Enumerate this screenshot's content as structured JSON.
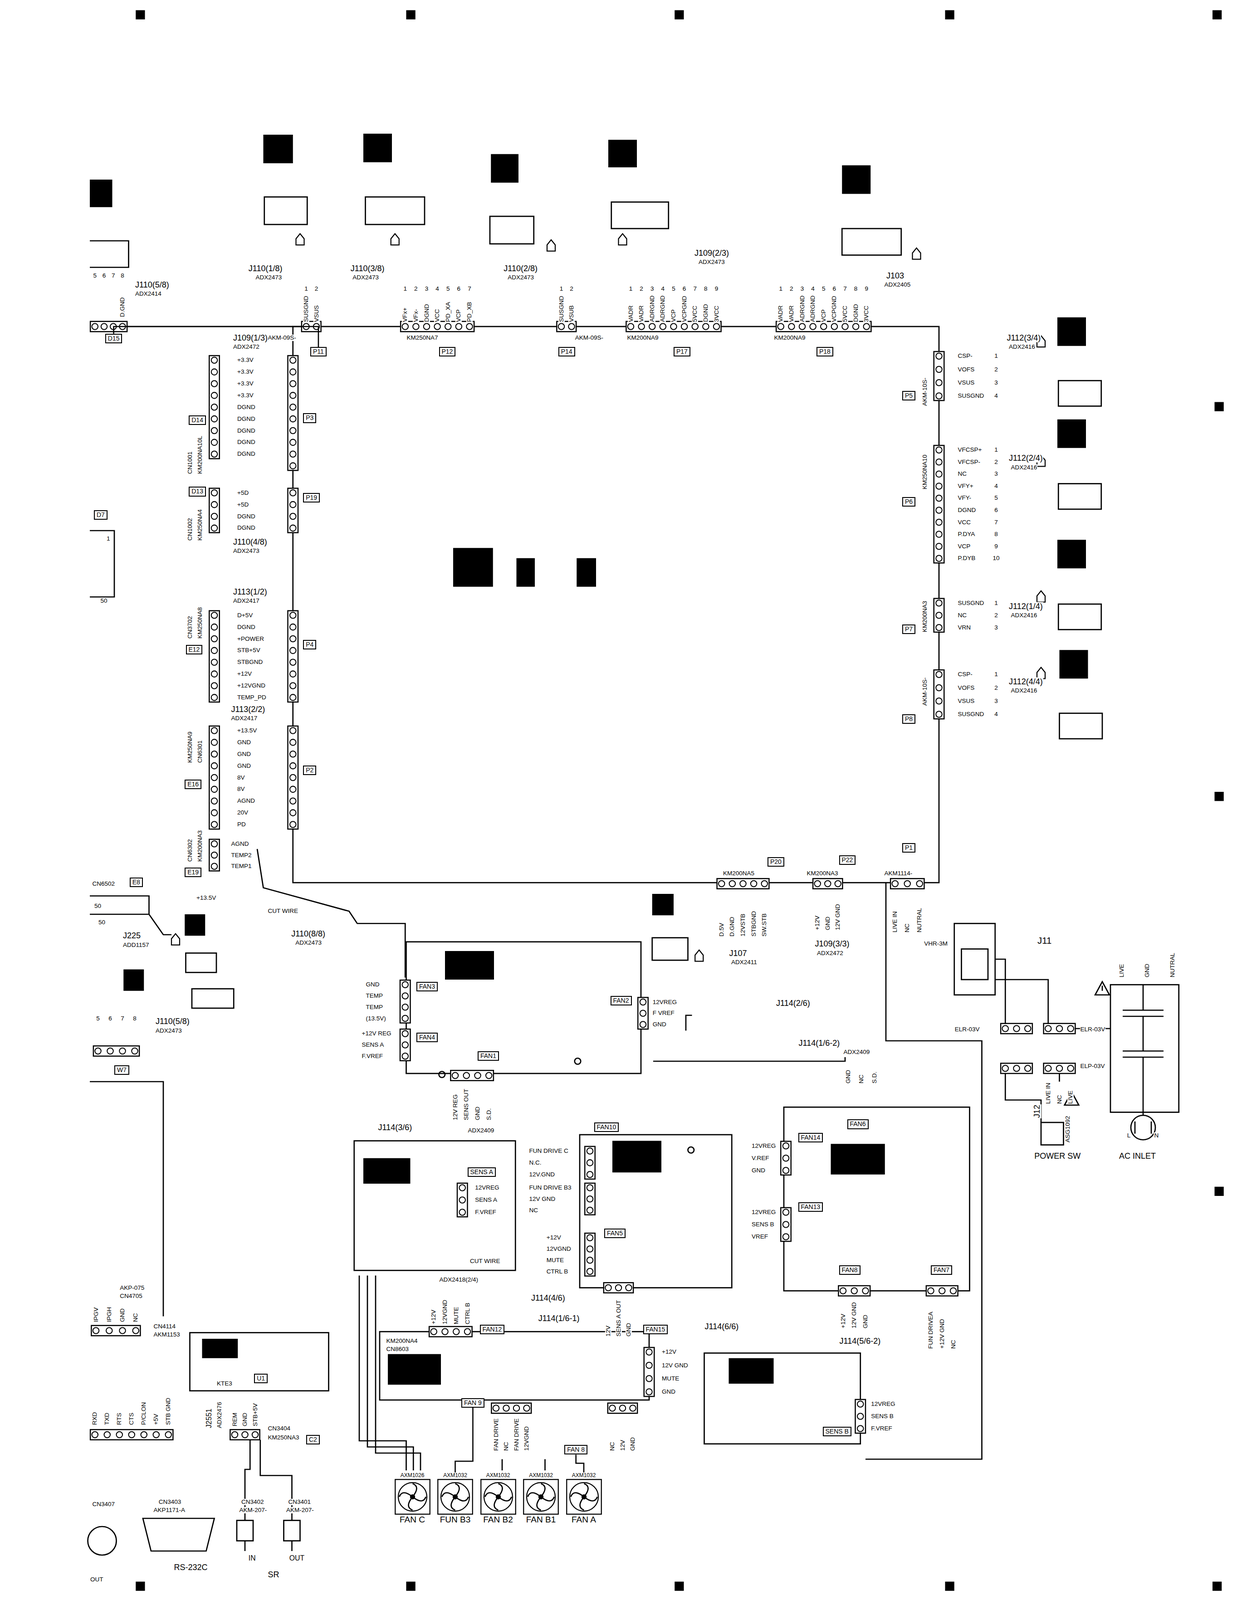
{
  "diagram": {
    "nodes": [
      {
        "text": [
          "D15"
        ]
      },
      {
        "text": [
          "P11"
        ]
      },
      {
        "text": [
          "P12"
        ]
      },
      {
        "text": [
          "P14"
        ]
      },
      {
        "text": [
          "P17"
        ]
      },
      {
        "text": [
          "P18"
        ]
      },
      {
        "text": [
          "D14"
        ]
      },
      {
        "text": [
          "P3"
        ]
      },
      {
        "text": [
          "D13"
        ]
      },
      {
        "text": [
          "P19"
        ]
      },
      {
        "text": [
          "D7"
        ]
      },
      {
        "text": [
          "E12"
        ]
      },
      {
        "text": [
          "P4"
        ]
      },
      {
        "text": [
          "E16"
        ]
      },
      {
        "text": [
          "P2"
        ]
      },
      {
        "text": [
          "E19"
        ]
      },
      {
        "text": [
          "P5"
        ]
      },
      {
        "text": [
          "P6"
        ]
      },
      {
        "text": [
          "P7"
        ]
      },
      {
        "text": [
          "P8"
        ]
      },
      {
        "text": [
          "P20"
        ]
      },
      {
        "text": [
          "P22"
        ]
      },
      {
        "text": [
          "P1"
        ]
      },
      {
        "text": [
          "E8"
        ]
      },
      {
        "text": [
          "W7"
        ]
      },
      {
        "text": [
          "U1"
        ]
      },
      {
        "text": [
          "C2"
        ]
      },
      {
        "text": [
          "FAN3"
        ]
      },
      {
        "text": [
          "FAN4"
        ]
      },
      {
        "text": [
          "FAN2"
        ]
      },
      {
        "text": [
          "FAN1"
        ]
      },
      {
        "text": [
          "SENS A"
        ]
      },
      {
        "text": [
          "FAN10"
        ]
      },
      {
        "text": [
          "FAN5"
        ]
      },
      {
        "text": [
          "FAN12"
        ]
      },
      {
        "text": [
          "FAN6"
        ]
      },
      {
        "text": [
          "FAN14"
        ]
      },
      {
        "text": [
          "FAN13"
        ]
      },
      {
        "text": [
          "FAN8"
        ]
      },
      {
        "text": [
          "FAN7"
        ]
      },
      {
        "text": [
          "FAN15"
        ]
      },
      {
        "text": [
          "FAN 9"
        ]
      },
      {
        "text": [
          "FAN 8"
        ]
      },
      {
        "text": [
          "SENS B"
        ]
      },
      {
        "text": [
          "AXM1026",
          "FAN C"
        ]
      },
      {
        "text": [
          "AXM1032",
          "FUN B3"
        ]
      },
      {
        "text": [
          "AXM1032",
          "FAN B2"
        ]
      },
      {
        "text": [
          "AXM1032",
          "FAN B1"
        ]
      },
      {
        "text": [
          "AXM1032",
          "FAN A"
        ]
      }
    ],
    "edges": [
      {
        "from": 0,
        "to": 1,
        "arrow": "none"
      },
      {
        "from": 41,
        "to": 45,
        "arrow": "none"
      },
      {
        "from": 42,
        "to": 48,
        "arrow": "none"
      }
    ],
    "labels": [
      "J110(1/8)",
      "ADX2473",
      "1",
      "2",
      "SUSGND",
      "VSUS",
      "AKM-09S-",
      "J110(3/8)",
      "ADX2473",
      "1",
      "2",
      "3",
      "4",
      "5",
      "6",
      "7",
      "VFx+",
      "VFx-",
      "DGND",
      "VCC",
      "PD_XA",
      "VCP",
      "PD_XB",
      "KM250NA7",
      "J110(2/8)",
      "ADX2473",
      "1",
      "2",
      "SUSGND",
      "VSUB",
      "AKM-09S-",
      "J109(2/3)",
      "ADX2473",
      "1",
      "2",
      "3",
      "4",
      "5",
      "6",
      "7",
      "8",
      "9",
      "VADR",
      "VADR",
      "ADRGND",
      "ADRGND",
      "VCP",
      "VCPGND",
      "5VCC",
      "DGND",
      "3VCC",
      "KM200NA9",
      "J103",
      "ADX2405",
      "1",
      "2",
      "3",
      "4",
      "5",
      "6",
      "7",
      "8",
      "9",
      "VADR",
      "VADR",
      "ADRGND",
      "ADRGND",
      "VCP",
      "VCPGND",
      "5VCC",
      "DGND",
      "3VCC",
      "KM200NA9",
      "CSP-",
      "VOFS",
      "VSUS",
      "SUSGND",
      "1",
      "2",
      "3",
      "4",
      "J112(3/4)",
      "ADX2416",
      "AKM-10S-",
      "VFCSP+",
      "VFCSP-",
      "NC",
      "VFY+",
      "VFY-",
      "DGND",
      "VCC",
      "P.DYA",
      "VCP",
      "P.DYB",
      "1",
      "2",
      "3",
      "4",
      "5",
      "6",
      "7",
      "8",
      "9",
      "10",
      "J112(2/4)",
      "ADX2416",
      "KM250NA10",
      "SUSGND",
      "NC",
      "VRN",
      "1",
      "2",
      "3",
      "J112(1/4)",
      "ADX2416",
      "KM200NA3",
      "CSP-",
      "VOFS",
      "VSUS",
      "SUSGND",
      "1",
      "2",
      "3",
      "4",
      "J112(4/4)",
      "ADX2416",
      "AKM-10S-",
      "J110(5/8)",
      "ADX2414",
      "5",
      "6",
      "7",
      "8",
      "D.GND",
      "J109(1/3)",
      "ADX2472",
      "+3.3V",
      "+3.3V",
      "+3.3V",
      "+3.3V",
      "DGND",
      "DGND",
      "DGND",
      "DGND",
      "DGND",
      "CN1001",
      "KM200NA10L",
      "+5D",
      "+5D",
      "DGND",
      "DGND",
      "CN1002",
      "KM250NA4",
      "J110(4/8)",
      "ADX2473",
      "J113(1/2)",
      "ADX2417",
      "D+5V",
      "DGND",
      "+POWER",
      "STB+5V",
      "STBGND",
      "+12V",
      "+12VGND",
      "TEMP_PD",
      "CN3702",
      "KM250NA8",
      "J113(2/2)",
      "ADX2417",
      "+13.5V",
      "GND",
      "GND",
      "GND",
      "8V",
      "8V",
      "AGND",
      "20V",
      "PD",
      "KM250NA9",
      "CN6301",
      "AGND",
      "TEMP2",
      "TEMP1",
      "CN6302",
      "KM200NA3",
      "+13.5V",
      "CUT WIRE",
      "J110(8/8)",
      "ADX2473",
      "1",
      "50",
      "CN6502",
      "50",
      "50",
      "J225",
      "ADD1157",
      "KM200NA5",
      "D.5V",
      "D.GND",
      "12VSTB",
      "STBGND",
      "SW.STB",
      "J107",
      "ADX2411",
      "KM200NA3",
      "+12V",
      "GND",
      "12V GND",
      "J109(3/3)",
      "ADX2472",
      "AKM1114-",
      "LIVE IN",
      "NC",
      "NUTRAL",
      "VHR-3M",
      "J11",
      "ELR-03V",
      "ELR-03V",
      "ELP-03V",
      "LIVE IN",
      "NC",
      "LIVE",
      "J12",
      "ASG1092",
      "POWER SW",
      "AC INLET",
      "LIVE",
      "GND",
      "NUTRAL",
      "L",
      "N",
      "J114(2/6)",
      "J114(1/6-2)",
      "ADX2409",
      "GND",
      "NC",
      "S.D.",
      "GND",
      "TEMP",
      "TEMP",
      "(13.5V)",
      "+12V REG",
      "SENS A",
      "F.VREF",
      "12VREG",
      "F VREF",
      "GND",
      "12V REG",
      "SENS OUT",
      "GND",
      "S.D.",
      "ADX2409",
      "J114(3/6)",
      "12VREG",
      "SENS A",
      "F.VREF",
      "CUT WIRE",
      "FUN DRIVE C",
      "N.C.",
      "12V.GND",
      "FUN DRIVE B3",
      "12V GND",
      "NC",
      "+12V",
      "12VGND",
      "MUTE",
      "CTRL B",
      "J114(4/6)",
      "12V",
      "SENS A OUT",
      "GND",
      "J114(1/6-1)",
      "ADX2418(2/4)",
      "+12V",
      "12VGND",
      "MUTE",
      "CTRL B",
      "+12V",
      "12V GND",
      "MUTE",
      "GND",
      "KM200NA4",
      "CN8603",
      "J114(6/6)",
      "12VREG",
      "V.REF",
      "GND",
      "12VREG",
      "SENS B",
      "VREF",
      "+12V",
      "12V GND",
      "GND",
      "FUN DRIVEA",
      "+12V GND",
      "NC",
      "J114(5/6-2)",
      "12VREG",
      "SENS B",
      "F.VREF",
      "FAN DRIVE",
      "NC",
      "FAN DRIVE",
      "12VGND",
      "NC",
      "12V",
      "GND",
      "J110(5/8)",
      "ADX2473",
      "5",
      "6",
      "7",
      "8",
      "AKP-075",
      "CN4705",
      "IPGV",
      "IPGH",
      "GND",
      "NC",
      "CN4114",
      "AKM1153",
      "KTE3",
      "RXD",
      "TXD",
      "RTS",
      "CTS",
      "P/CLON",
      "+5V",
      "STB GND",
      "J2551",
      "ADX2476",
      "REM",
      "GND",
      "STB+5V",
      "CN3404",
      "KM250NA3",
      "CN3407",
      "CN3403",
      "AKP1171-A",
      "RS-232C",
      "CN3402",
      "AKM-207-",
      "CN3401",
      "AKM-207-",
      "IN",
      "OUT",
      "SR",
      "OUT"
    ]
  }
}
